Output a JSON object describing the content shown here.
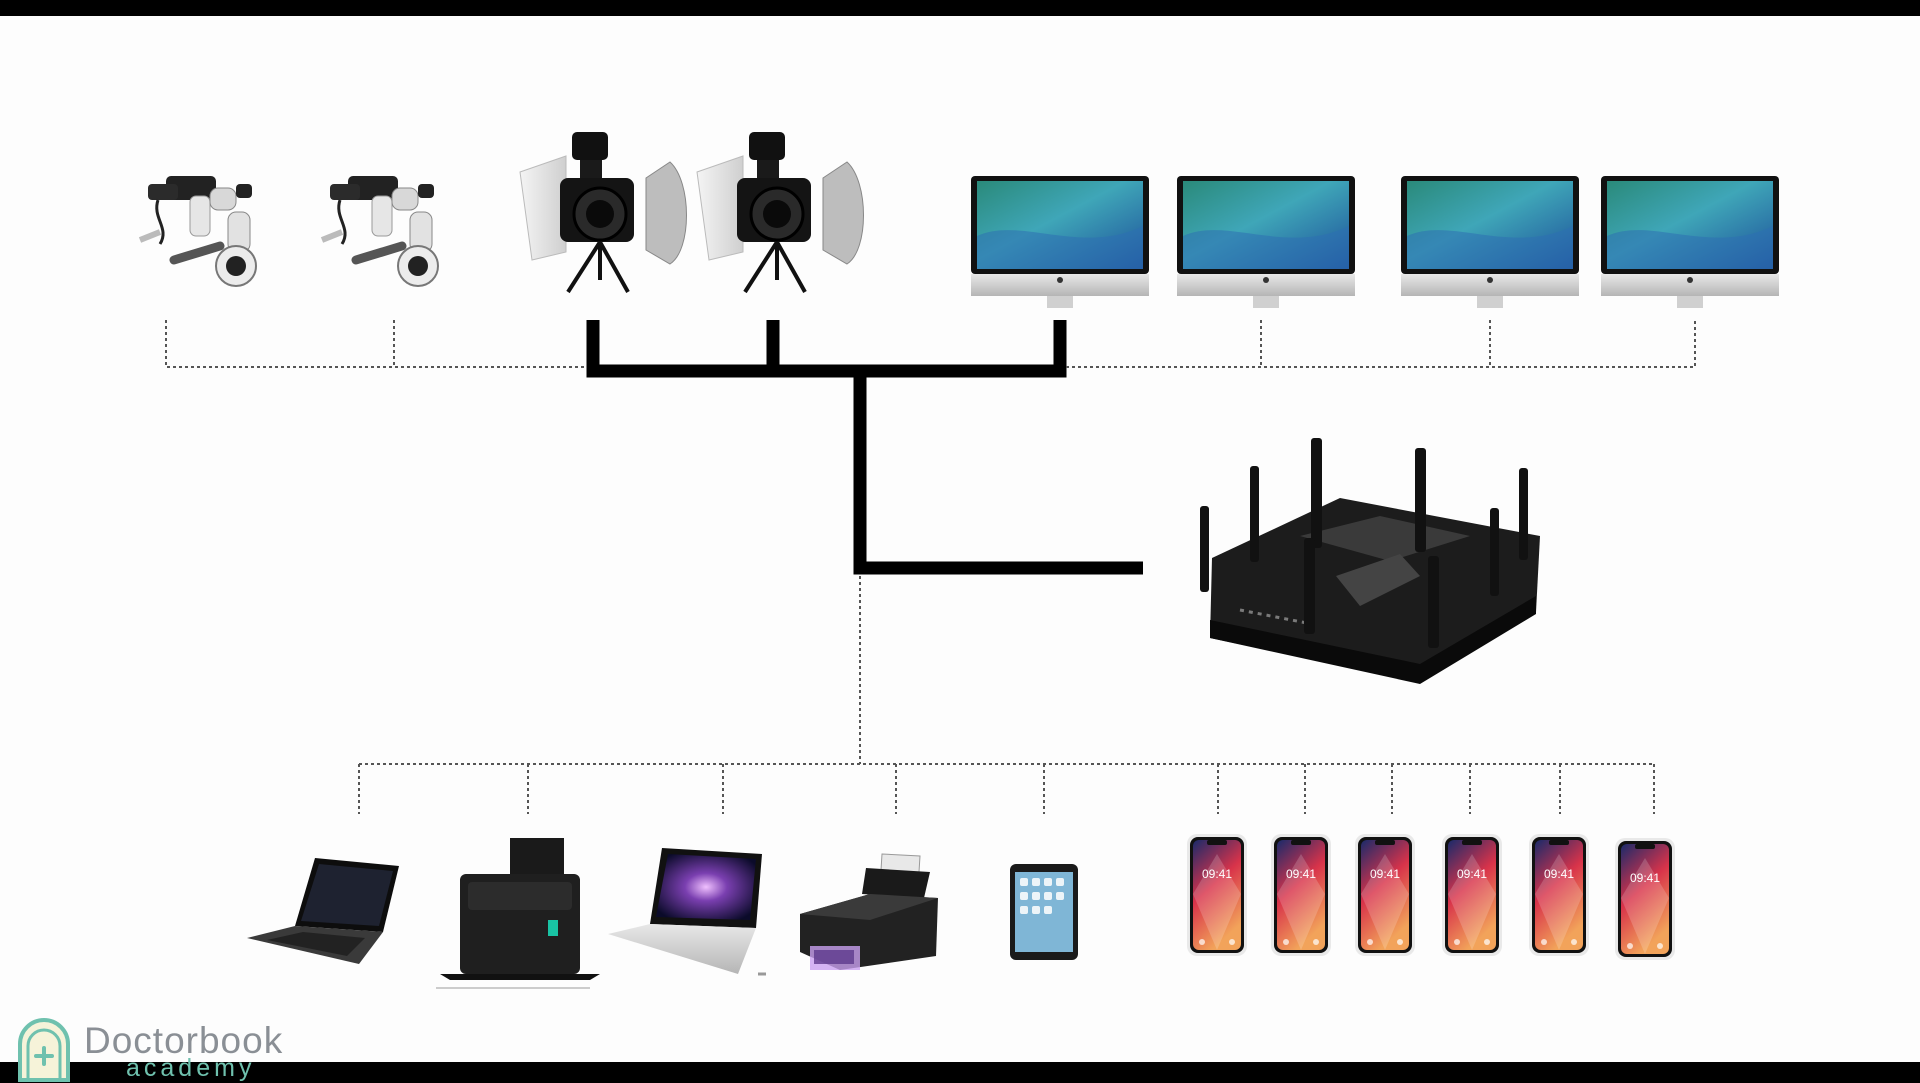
{
  "logo": {
    "name": "Doctorbook",
    "subtitle": "academy",
    "colors": {
      "arch": "#6fc1ae",
      "fill": "#f6f3d9",
      "text": "#8a8f95"
    }
  },
  "devices": {
    "phone_time": "09:41",
    "top_row": [
      "microscope-camera",
      "microscope-camera",
      "dslr-camera-with-softbox",
      "dslr-camera-with-softbox",
      "imac",
      "imac",
      "imac",
      "imac"
    ],
    "hub": "wifi-router",
    "bottom_row": [
      "laptop",
      "document-scanner",
      "macbook-pro",
      "photo-printer",
      "ipad",
      "iphone-x",
      "iphone-x",
      "iphone-x",
      "iphone-x",
      "iphone-x",
      "iphone-x"
    ]
  },
  "colors": {
    "wired_link": "#000000",
    "wireless_link": "#555555",
    "background": "#fdfdfd"
  }
}
